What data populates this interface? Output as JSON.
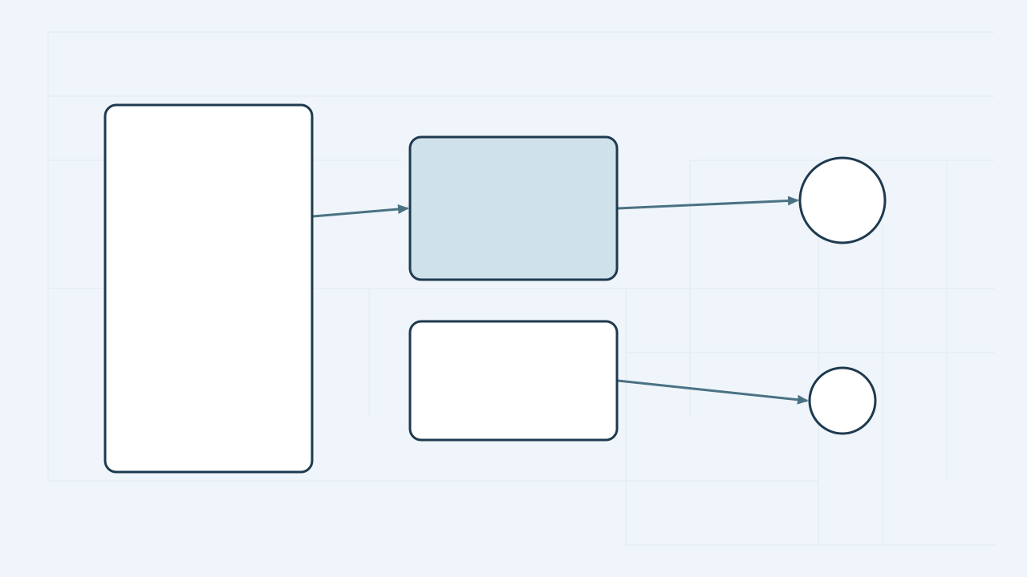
{
  "diagram": {
    "colors": {
      "background": "#eff5fa",
      "grid": "#e6eef5",
      "node_stroke": "#1e3a4f",
      "node_fill": "#ffffff",
      "node_fill_highlight": "#cfe1e9",
      "edge": "#4b7284"
    },
    "nodes": [
      {
        "id": "source-node",
        "shape": "rounded-rect",
        "highlighted": false,
        "label": ""
      },
      {
        "id": "highlighted-process-node",
        "shape": "rounded-rect",
        "highlighted": true,
        "label": ""
      },
      {
        "id": "process-node",
        "shape": "rounded-rect",
        "highlighted": false,
        "label": ""
      },
      {
        "id": "large-end-node",
        "shape": "circle",
        "highlighted": false,
        "label": ""
      },
      {
        "id": "small-end-node",
        "shape": "circle",
        "highlighted": false,
        "label": ""
      }
    ],
    "edges": [
      {
        "from": "source-node",
        "to": "highlighted-process-node",
        "arrowhead": true
      },
      {
        "from": "highlighted-process-node",
        "to": "large-end-node",
        "arrowhead": true
      },
      {
        "from": "process-node",
        "to": "small-end-node",
        "arrowhead": true
      }
    ]
  }
}
